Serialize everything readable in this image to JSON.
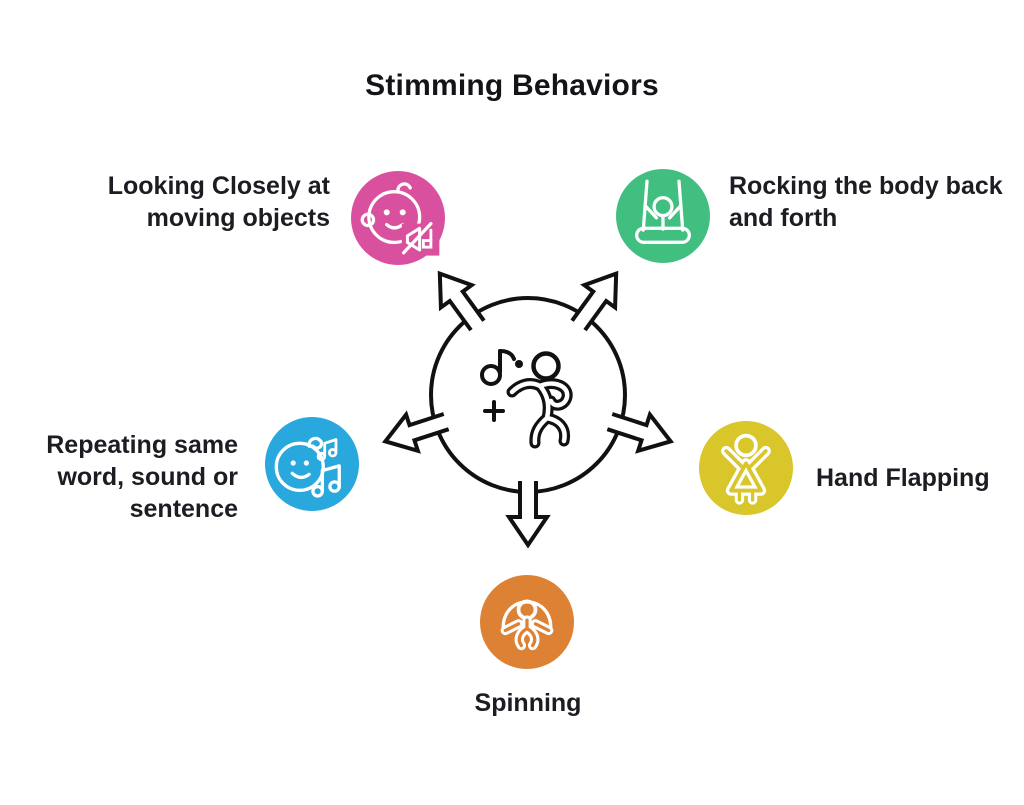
{
  "title": "Stimming Behaviors",
  "background": "#ffffff",
  "text_color": "#1c1c22",
  "outline_color": "#111111",
  "nodes": [
    {
      "id": "looking-closely",
      "label": "Looking Closely at moving objects",
      "lines": [
        "Looking Closely at",
        "moving objects"
      ],
      "color": "#d9519e",
      "icon": "baby-face-muted-speaker-icon",
      "position": "top-left"
    },
    {
      "id": "rocking",
      "label": "Rocking the body back and forth",
      "lines": [
        "Rocking the body back",
        "and forth"
      ],
      "color": "#41bf81",
      "icon": "child-on-swing-icon",
      "position": "top-right"
    },
    {
      "id": "repeating",
      "label": "Repeating same word, sound or sentence",
      "lines": [
        "Repeating same",
        "word, sound or",
        "sentence"
      ],
      "color": "#29a8dd",
      "icon": "singing-face-music-notes-icon",
      "position": "middle-left"
    },
    {
      "id": "hand-flapping",
      "label": "Hand Flapping",
      "lines": [
        "Hand Flapping"
      ],
      "color": "#d8c62b",
      "icon": "child-arms-raised-icon",
      "position": "middle-right"
    },
    {
      "id": "spinning",
      "label": "Spinning",
      "lines": [
        "Spinning"
      ],
      "color": "#dd8134",
      "icon": "child-skipping-rope-icon",
      "position": "bottom"
    }
  ],
  "center": {
    "icon": "dancing-child-music-icon",
    "arrow_count": 5
  }
}
